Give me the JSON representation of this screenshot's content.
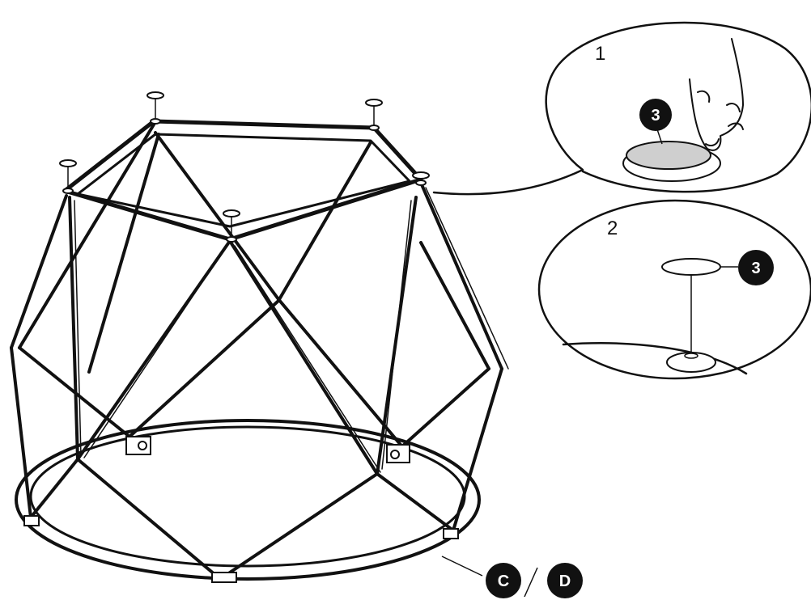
{
  "callouts": [
    {
      "step": "1",
      "part_label": "3"
    },
    {
      "step": "2",
      "part_label": "3"
    }
  ],
  "part_labels": [
    "C",
    "D"
  ],
  "colors": {
    "ink": "#111111",
    "paper": "#ffffff",
    "pad": "#cfcfcf"
  }
}
